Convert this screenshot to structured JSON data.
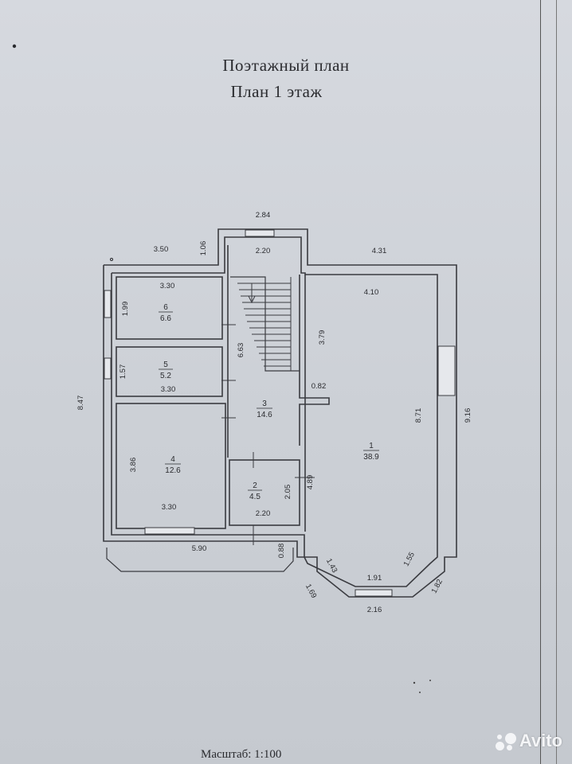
{
  "document": {
    "title": "Поэтажный план",
    "subtitle": "План 1 этаж",
    "scale": "Масштаб: 1:100",
    "watermark": "Avito"
  },
  "rooms": [
    {
      "id": "1",
      "area": "38.9"
    },
    {
      "id": "2",
      "area": "4.5"
    },
    {
      "id": "3",
      "area": "14.6"
    },
    {
      "id": "4",
      "area": "12.6"
    },
    {
      "id": "5",
      "area": "5.2"
    },
    {
      "id": "6",
      "area": "6.6"
    }
  ],
  "dimensions": {
    "stair_block_width": "2.84",
    "stair_inner_width": "2.20",
    "left_top_width": "3.50",
    "left_top_offset": "1.06",
    "right_top_width": "4.31",
    "room6_width": "3.30",
    "room6_height": "1.99",
    "room5_height": "1.57",
    "room5_width": "3.30",
    "hall_height": "6.63",
    "stair_height": "3.79",
    "wall_stub": "0.82",
    "left_total_height": "8.47",
    "room4_height": "3.86",
    "room4_width": "3.30",
    "room2_width": "2.20",
    "room2_height": "2.05",
    "room2_side": "4.89",
    "room1_width": "4.10",
    "room1_height": "8.71",
    "right_total_height": "9.16",
    "porch_width": "5.90",
    "porch_offset": "0.88",
    "bay_left_inner": "1.43",
    "bay_center_inner": "1.91",
    "bay_right_inner": "1.55",
    "bay_left_outer": "1.69",
    "bay_center_outer": "2.16",
    "bay_right_outer": "1.82"
  },
  "colors": {
    "paper": "#d6d9df",
    "ink": "#2a2b2f"
  }
}
